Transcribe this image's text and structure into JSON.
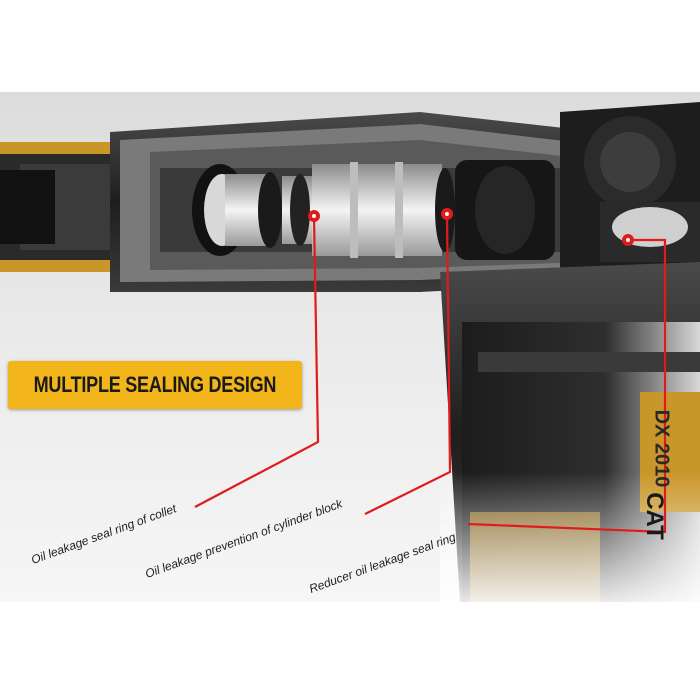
{
  "image": {
    "badge_text": "MULTIPLE SEALING DESIGN",
    "callouts": [
      {
        "label": "Oil leakage seal ring of collet"
      },
      {
        "label": "Oil leakage prevention of cylinder block"
      },
      {
        "label": "Reducer oil leakage seal ring"
      }
    ],
    "brand": {
      "logo": "CAT",
      "model": "DX 2010"
    },
    "colors": {
      "accent_yellow": "#f3b61a",
      "callout_red": "#e01b1b",
      "tool_body": "#2a2a2a",
      "brass": "#c9962a"
    }
  }
}
